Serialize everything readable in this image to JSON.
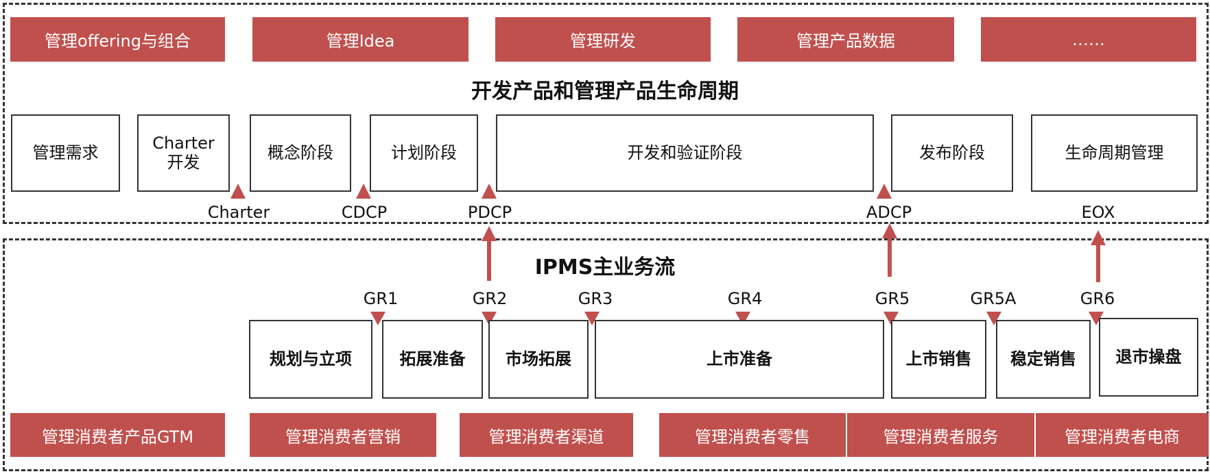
{
  "top_bar": [
    "管理offering与组合",
    "管理Idea",
    "管理研发",
    "管理产品数据",
    "……"
  ],
  "lifecycle": {
    "title": "开发产品和管理产品生命周期",
    "stages": [
      "管理需求",
      "Charter\n开发",
      "概念阶段",
      "计划阶段",
      "开发和验证阶段",
      "发布阶段",
      "生命周期管理"
    ],
    "decision_points": [
      "Charter",
      "CDCP",
      "PDCP",
      "ADCP",
      "EOX"
    ]
  },
  "ipms": {
    "title": "IPMS主业务流",
    "gates": [
      "GR1",
      "GR2",
      "GR3",
      "GR4",
      "GR5",
      "GR5A",
      "GR6"
    ],
    "stages": [
      "规划与立项",
      "拓展准备",
      "市场拓展",
      "上市准备",
      "上市销售",
      "稳定销售",
      "退市操盘"
    ]
  },
  "bottom_bar": [
    "管理消费者产品GTM",
    "管理消费者营销",
    "管理消费者渠道",
    "管理消费者零售",
    "管理消费者服务",
    "管理消费者电商"
  ],
  "colors": {
    "accent_red": "#c0504d",
    "border": "#333333"
  }
}
